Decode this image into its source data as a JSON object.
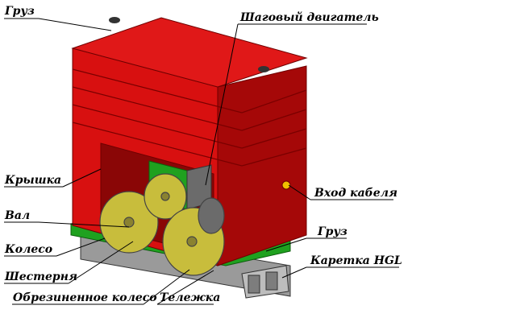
{
  "labels": {
    "gruz_top": "Груз",
    "motor": "Шаговый двигатель",
    "cover": "Крышка",
    "cable_input": "Вход кабеля",
    "shaft": "Вал",
    "gruz_bottom": "Груз",
    "wheel": "Колесо",
    "carriage": "Каретка HGL",
    "gear": "Шестерня",
    "rubber_wheel": "Обрезиненное колесо",
    "cart": "Тележка"
  },
  "colors": {
    "weight_red": "#d81010",
    "weight_dark": "#a50808",
    "base_green": "#1fa11f",
    "wheel_yellow": "#c8bd3c",
    "rail_grey": "#9a9a9a"
  }
}
